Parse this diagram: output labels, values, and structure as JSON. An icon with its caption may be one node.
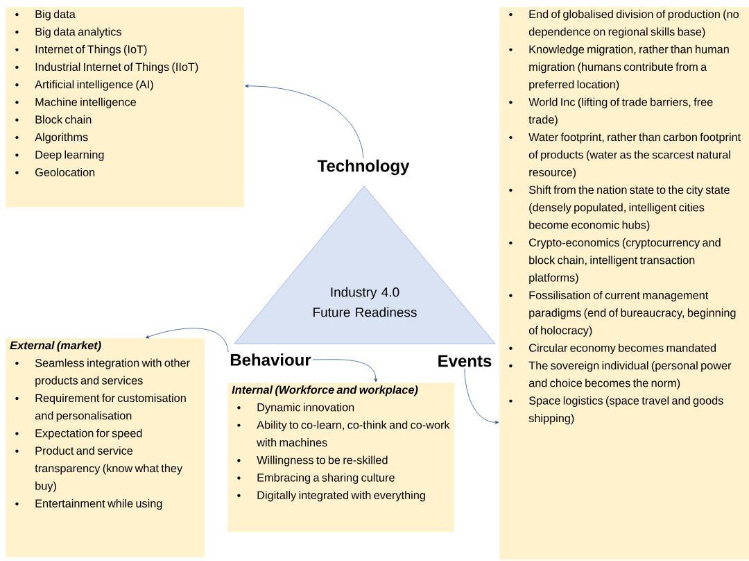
{
  "diagram": {
    "nodes": [
      {
        "text": [
          "Industry 4.0 Future Readiness"
        ]
      },
      {
        "text": [
          "Technology"
        ]
      },
      {
        "text": [
          "Behaviour"
        ]
      },
      {
        "text": [
          "Events"
        ]
      },
      {
        "text": [
          "Big data",
          "Big data analytics",
          "Internet of Things (IoT)",
          "Industrial Internet of Things (IIoT)",
          "Artificial intelligence (AI)",
          "Machine intelligence",
          "Block chain",
          "Algorithms",
          "Deep learning",
          "Geolocation"
        ]
      },
      {
        "text": [
          "External (market)",
          "Seamless integration with other products and services",
          "Requirement for customisation and personalisation",
          "Expectation for speed",
          "Product and service transparency (know what they buy)",
          "Entertainment while using"
        ]
      },
      {
        "text": [
          "Internal (Workforce and workplace)",
          "Dynamic innovation",
          "Ability to co-learn, co-think and co-work with machines",
          "Willingness to be re-skilled",
          "Embracing a sharing culture",
          "Digitally integrated with everything"
        ]
      },
      {
        "text": [
          "End of globalised division of production (no dependence on regional skills base)",
          "Knowledge migration, rather than human migration (humans contribute from a preferred location)",
          "World Inc (lifting of trade barriers, free trade)",
          "Water footprint, rather than carbon footprint of products (water as the scarcest natural resource)",
          "Shift from the nation state to the city state (densely populated, intelligent cities become economic hubs)",
          "Crypto-economics (cryptocurrency and block chain, intelligent transaction platforms)",
          "Fossilisation of current management paradigms (end of bureaucracy, beginning of holocracy)",
          "Circular economy becomes mandated",
          "The sovereign individual (personal power and choice becomes the norm)",
          "Space logistics (space travel and goods shipping)"
        ]
      }
    ],
    "edges": [
      {
        "from": 1,
        "to": 4,
        "arrow": "to"
      },
      {
        "from": 2,
        "to": 5,
        "arrow": "to"
      },
      {
        "from": 2,
        "to": 6,
        "arrow": "to"
      },
      {
        "from": 3,
        "to": 7,
        "arrow": "to"
      }
    ]
  }
}
